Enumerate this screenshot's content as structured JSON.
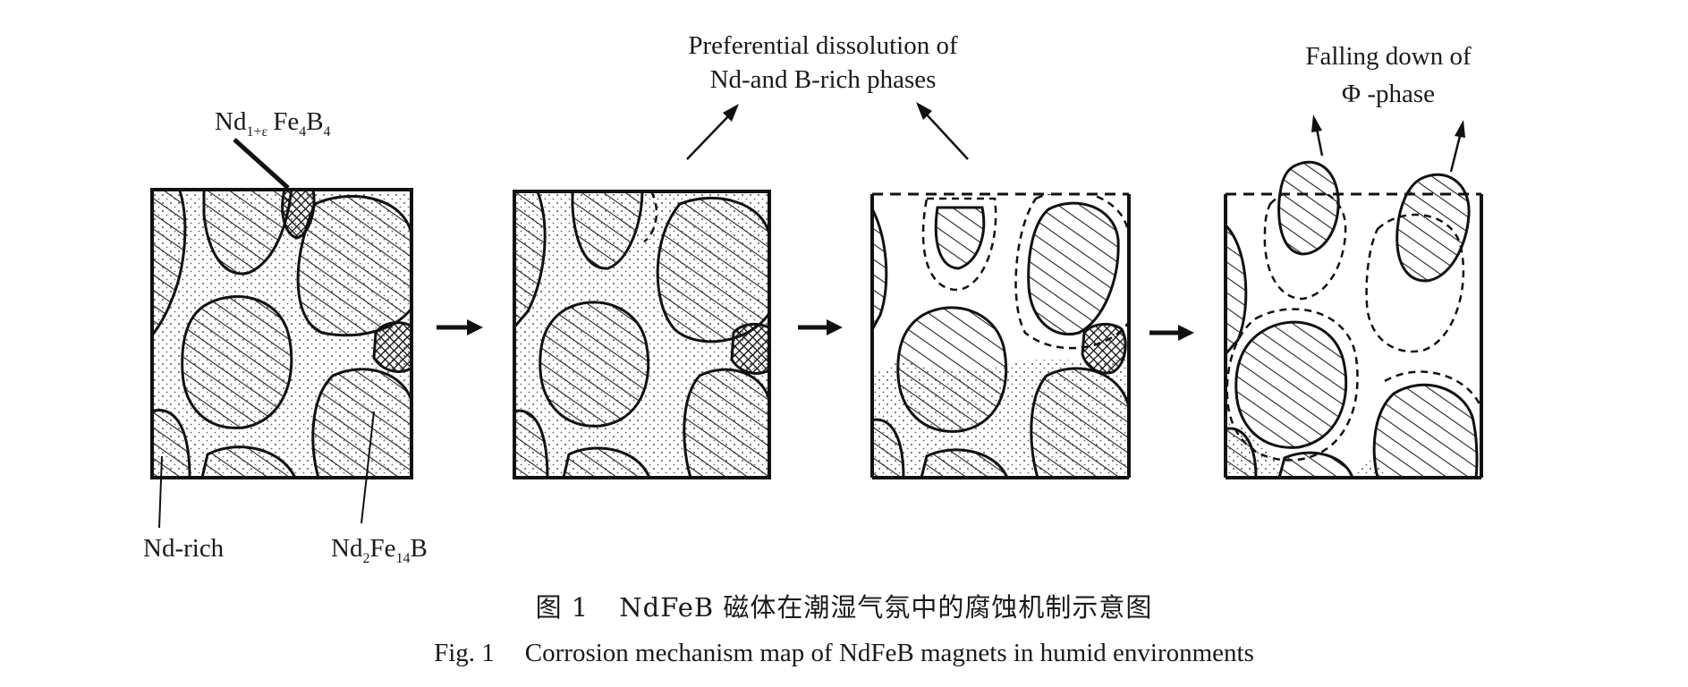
{
  "labels": {
    "nd1fe4b4": {
      "base": "Nd",
      "sub1": "1+ε",
      "mid": "Fe",
      "sub2": "4",
      "tail": "B",
      "sub3": "4"
    },
    "nd_rich": "Nd-rich",
    "nd2fe14b": {
      "base": "Nd",
      "sub1": "2",
      "mid": "Fe",
      "sub2": "14",
      "tail": "B"
    },
    "dissolution": [
      "Preferential dissolution of",
      "Nd-and B-rich phases"
    ],
    "falling": [
      "Falling down of",
      "Φ -phase"
    ]
  },
  "caption": {
    "zh_num": "图 1",
    "zh_text": "NdFeB 磁体在潮湿气氛中的腐蚀机制示意图",
    "en_num": "Fig. 1",
    "en_text": "Corrosion mechanism map of NdFeB magnets in humid environments"
  }
}
